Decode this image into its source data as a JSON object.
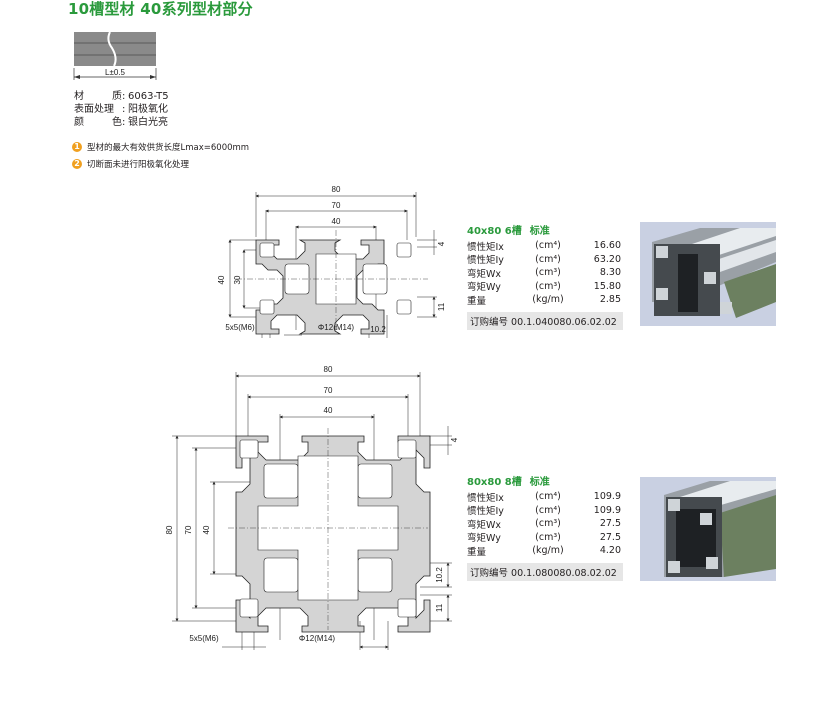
{
  "title": "10槽型材  40系列型材部分",
  "bar": {
    "tolerance_label": "L±0.5"
  },
  "specs": [
    {
      "key": [
        "材",
        "质"
      ],
      "value": "6063-T5"
    },
    {
      "key": [
        "表面处理"
      ],
      "value": "阳极氧化"
    },
    {
      "key": [
        "颜",
        "色"
      ],
      "value": "银白光亮"
    }
  ],
  "notes": [
    {
      "num": "1",
      "text": "型材的最大有效供货长度Lmax=6000mm"
    },
    {
      "num": "2",
      "text": "切断面未进行阳极氧化处理"
    }
  ],
  "colors": {
    "accent_green": "#2a9a3c",
    "note_orange": "#f0a020",
    "profile_fill": "#d4d4d4",
    "order_bg": "#e6e6e6"
  },
  "profiles": [
    {
      "name": "40x80 6槽",
      "tag": "标准",
      "dims": {
        "width": "80",
        "w70": "70",
        "w40": "40",
        "height": "40",
        "h30": "30",
        "slot": "4",
        "edge": "11",
        "bolt": "5x5(M6)",
        "bore": "Φ12(M14)",
        "gap": "10.2"
      },
      "props": [
        {
          "name": "惯性矩Ix",
          "unit": "(cm⁴)",
          "value": "16.60"
        },
        {
          "name": "惯性矩Iy",
          "unit": "(cm⁴)",
          "value": "63.20"
        },
        {
          "name": "弯矩Wx",
          "unit": "(cm³)",
          "value": "8.30"
        },
        {
          "name": "弯矩Wy",
          "unit": "(cm³)",
          "value": "15.80"
        },
        {
          "name": "重量",
          "unit": "(kg/m)",
          "value": "2.85"
        }
      ],
      "order_label": "订购编号",
      "order_code": "00.1.040080.06.02.02"
    },
    {
      "name": "80x80 8槽",
      "tag": "标准",
      "dims": {
        "width": "80",
        "w70": "70",
        "w40": "40",
        "height": "80",
        "h70": "70",
        "h40": "40",
        "slot": "4",
        "gap": "10.2",
        "edge": "11",
        "bolt": "5x5(M6)",
        "bore": "Φ12(M14)"
      },
      "props": [
        {
          "name": "惯性矩Ix",
          "unit": "(cm⁴)",
          "value": "109.9"
        },
        {
          "name": "惯性矩Iy",
          "unit": "(cm⁴)",
          "value": "109.9"
        },
        {
          "name": "弯矩Wx",
          "unit": "(cm³)",
          "value": "27.5"
        },
        {
          "name": "弯矩Wy",
          "unit": "(cm³)",
          "value": "27.5"
        },
        {
          "name": "重量",
          "unit": "(kg/m)",
          "value": "4.20"
        }
      ],
      "order_label": "订购编号",
      "order_code": "00.1.080080.08.02.02"
    }
  ]
}
